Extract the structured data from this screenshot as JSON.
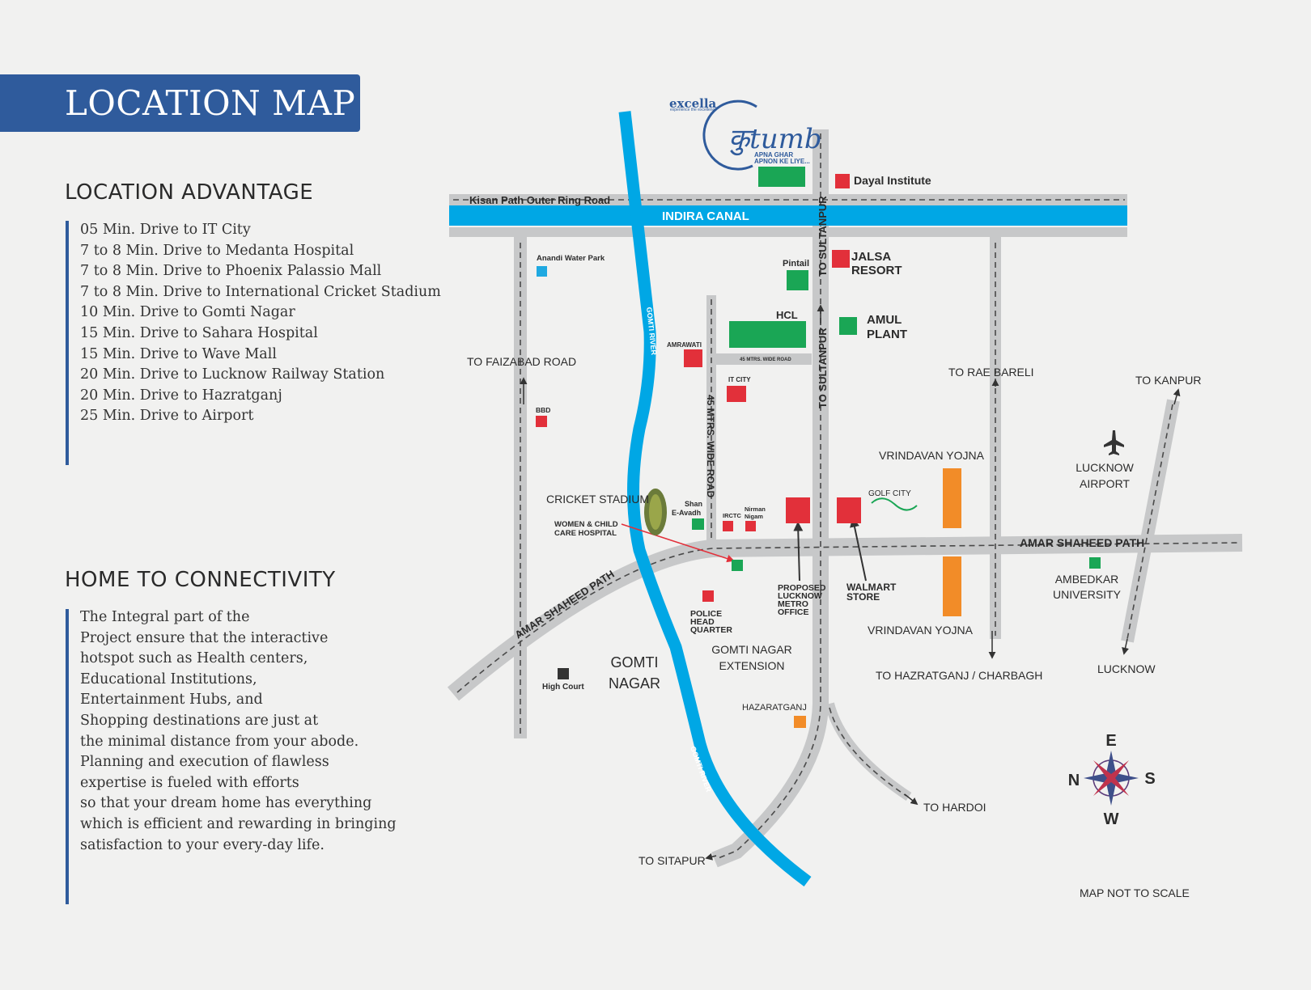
{
  "header": {
    "title": "LOCATION MAP"
  },
  "location_advantage": {
    "title": "LOCATION ADVANTAGE",
    "items": [
      "05 Min. Drive to IT City",
      "7 to 8 Min. Drive to Medanta Hospital",
      "7 to 8 Min. Drive to Phoenix Palassio Mall",
      "7 to 8 Min. Drive to International Cricket Stadium",
      "10 Min. Drive to Gomti Nagar",
      "15 Min. Drive to Sahara Hospital",
      "15 Min. Drive to Wave Mall",
      "20 Min. Drive to Lucknow Railway Station",
      "20 Min. Drive to Hazratganj",
      "25 Min. Drive to Airport"
    ]
  },
  "connectivity": {
    "title": "HOME TO CONNECTIVITY",
    "lines": [
      "The Integral part of the",
      "Project ensure that the interactive",
      "hotspot such as Health centers,",
      "Educational Institutions,",
      "Entertainment Hubs, and",
      "Shopping destinations are just at",
      "the minimal distance from your abode.",
      "Planning and execution of flawless",
      "expertise is fueled with efforts",
      "so that your dream home has everything",
      "which is efficient and rewarding in bringing",
      "satisfaction to your every-day life."
    ]
  },
  "brand": {
    "developer": "excella",
    "developer_tag": "experience the excellence",
    "project": "कुtumb",
    "tagline_1": "APNA GHAR",
    "tagline_2": "APNON KE LIYE..."
  },
  "map": {
    "roads": {
      "kisan_path": "Kisan Path Outer Ring Road",
      "indira_canal": "INDIRA CANAL",
      "to_sultanpur": "TO SULTANPUR",
      "gomti_river": "GOMTI RIVER",
      "wide_road": "45 MTRS. WIDE ROAD",
      "wide_road_small": "45 MTRS. WIDE ROAD",
      "amar_shaheed": "AMAR SHAHEED PATH"
    },
    "labels": {
      "dayal": "Dayal Institute",
      "jalsa_1": "JALSA",
      "jalsa_2": "RESORT",
      "pintail": "Pintail",
      "amul_1": "AMUL",
      "amul_2": "PLANT",
      "hcl": "HCL",
      "anandi": "Anandi Water Park",
      "amrawati": "AMRAWATI",
      "it_city": "IT CITY",
      "bbd": "BBD",
      "to_faizabad": "TO FAIZABAD ROAD",
      "to_rae_bareli": "TO RAE BARELI",
      "to_kanpur": "TO KANPUR",
      "vrindavan_top": "VRINDAVAN YOJNA",
      "vrindavan_bottom": "VRINDAVAN YOJNA",
      "golf_city": "GOLF CITY",
      "airport_1": "LUCKNOW",
      "airport_2": "AIRPORT",
      "cricket": "CRICKET STADIUM",
      "women_1": "WOMEN & CHILD",
      "women_2": "CARE HOSPITAL",
      "shan_1": "Shan",
      "shan_2": "E-Avadh",
      "irctc": "IRCTC",
      "nirman_1": "Nirman",
      "nirman_2": "Nigam",
      "metro_1": "PROPOSED",
      "metro_2": "LUCKNOW",
      "metro_3": "METRO",
      "metro_4": "OFFICE",
      "walmart_1": "WALMART",
      "walmart_2": "STORE",
      "ambedkar_1": "AMBEDKAR",
      "ambedkar_2": "UNIVERSITY",
      "police_1": "POLICE",
      "police_2": "HEAD",
      "police_3": "QUARTER",
      "gomti_1": "GOMTI",
      "gomti_2": "NAGAR",
      "gne_1": "GOMTI NAGAR",
      "gne_2": "EXTENSION",
      "high_court": "High Court",
      "hazaratganj": "HAZARATGANJ",
      "to_hazratganj": "TO HAZRATGANJ / CHARBAGH",
      "lucknow": "LUCKNOW",
      "to_hardoi": "TO HARDOI",
      "to_sitapur": "TO SITAPUR",
      "not_to_scale": "MAP NOT TO SCALE"
    },
    "compass": {
      "e": "E",
      "s": "S",
      "w": "W",
      "n": "N"
    }
  },
  "colors": {
    "banner": "#2f5b9c",
    "road": "#c7c8c9",
    "river": "#00a7e5",
    "marker_red": "#e2303a",
    "marker_green": "#1aa655",
    "marker_orange": "#f28c28",
    "marker_blue": "#1fa9e1"
  }
}
